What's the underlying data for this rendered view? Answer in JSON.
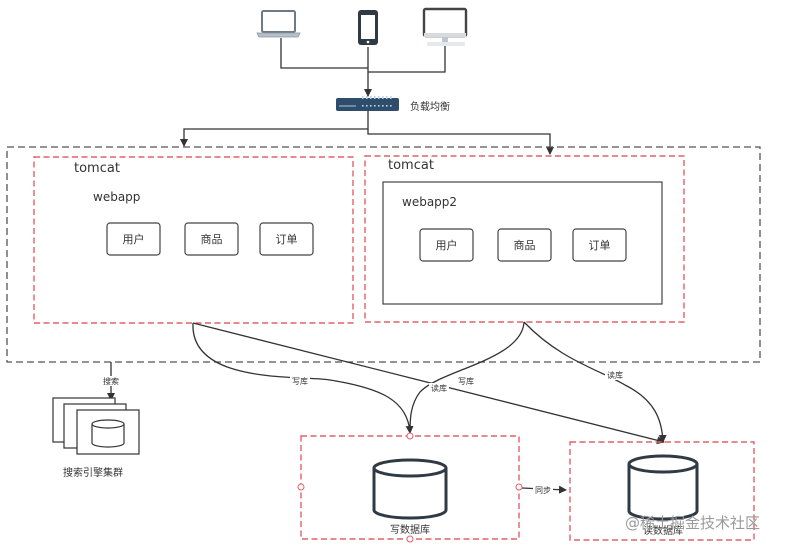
{
  "colors": {
    "line": "#333333",
    "dashed_red": "#e0606a",
    "dashed_gray": "#555555",
    "device_gray": "#6e7b86",
    "switch_blue": "#2d4d6b"
  },
  "clients": [
    {
      "name": "laptop",
      "icon": "laptop-icon"
    },
    {
      "name": "phone",
      "icon": "phone-icon"
    },
    {
      "name": "desktop",
      "icon": "desktop-monitor-icon"
    }
  ],
  "load_balancer": {
    "icon": "network-switch-icon",
    "label": "负载均衡"
  },
  "cluster": {
    "tomcats": [
      {
        "label": "tomcat",
        "webapp": {
          "label": "webapp",
          "modules": [
            "用户",
            "商品",
            "订单"
          ]
        }
      },
      {
        "label": "tomcat",
        "webapp": {
          "label": "webapp2",
          "modules": [
            "用户",
            "商品",
            "订单"
          ]
        }
      }
    ]
  },
  "search": {
    "edge_label": "搜索",
    "label": "搜索引擎集群",
    "icon": "database-stack-icon"
  },
  "databases": {
    "write": {
      "label": "写数据库",
      "icon": "database-icon"
    },
    "read": {
      "label": "读数据库",
      "icon": "database-icon"
    },
    "sync_label": "同步"
  },
  "edges": {
    "write1": "写库",
    "read1": "读库",
    "write2": "写库",
    "read2": "读库"
  },
  "watermark": "@稀土掘金技术社区"
}
